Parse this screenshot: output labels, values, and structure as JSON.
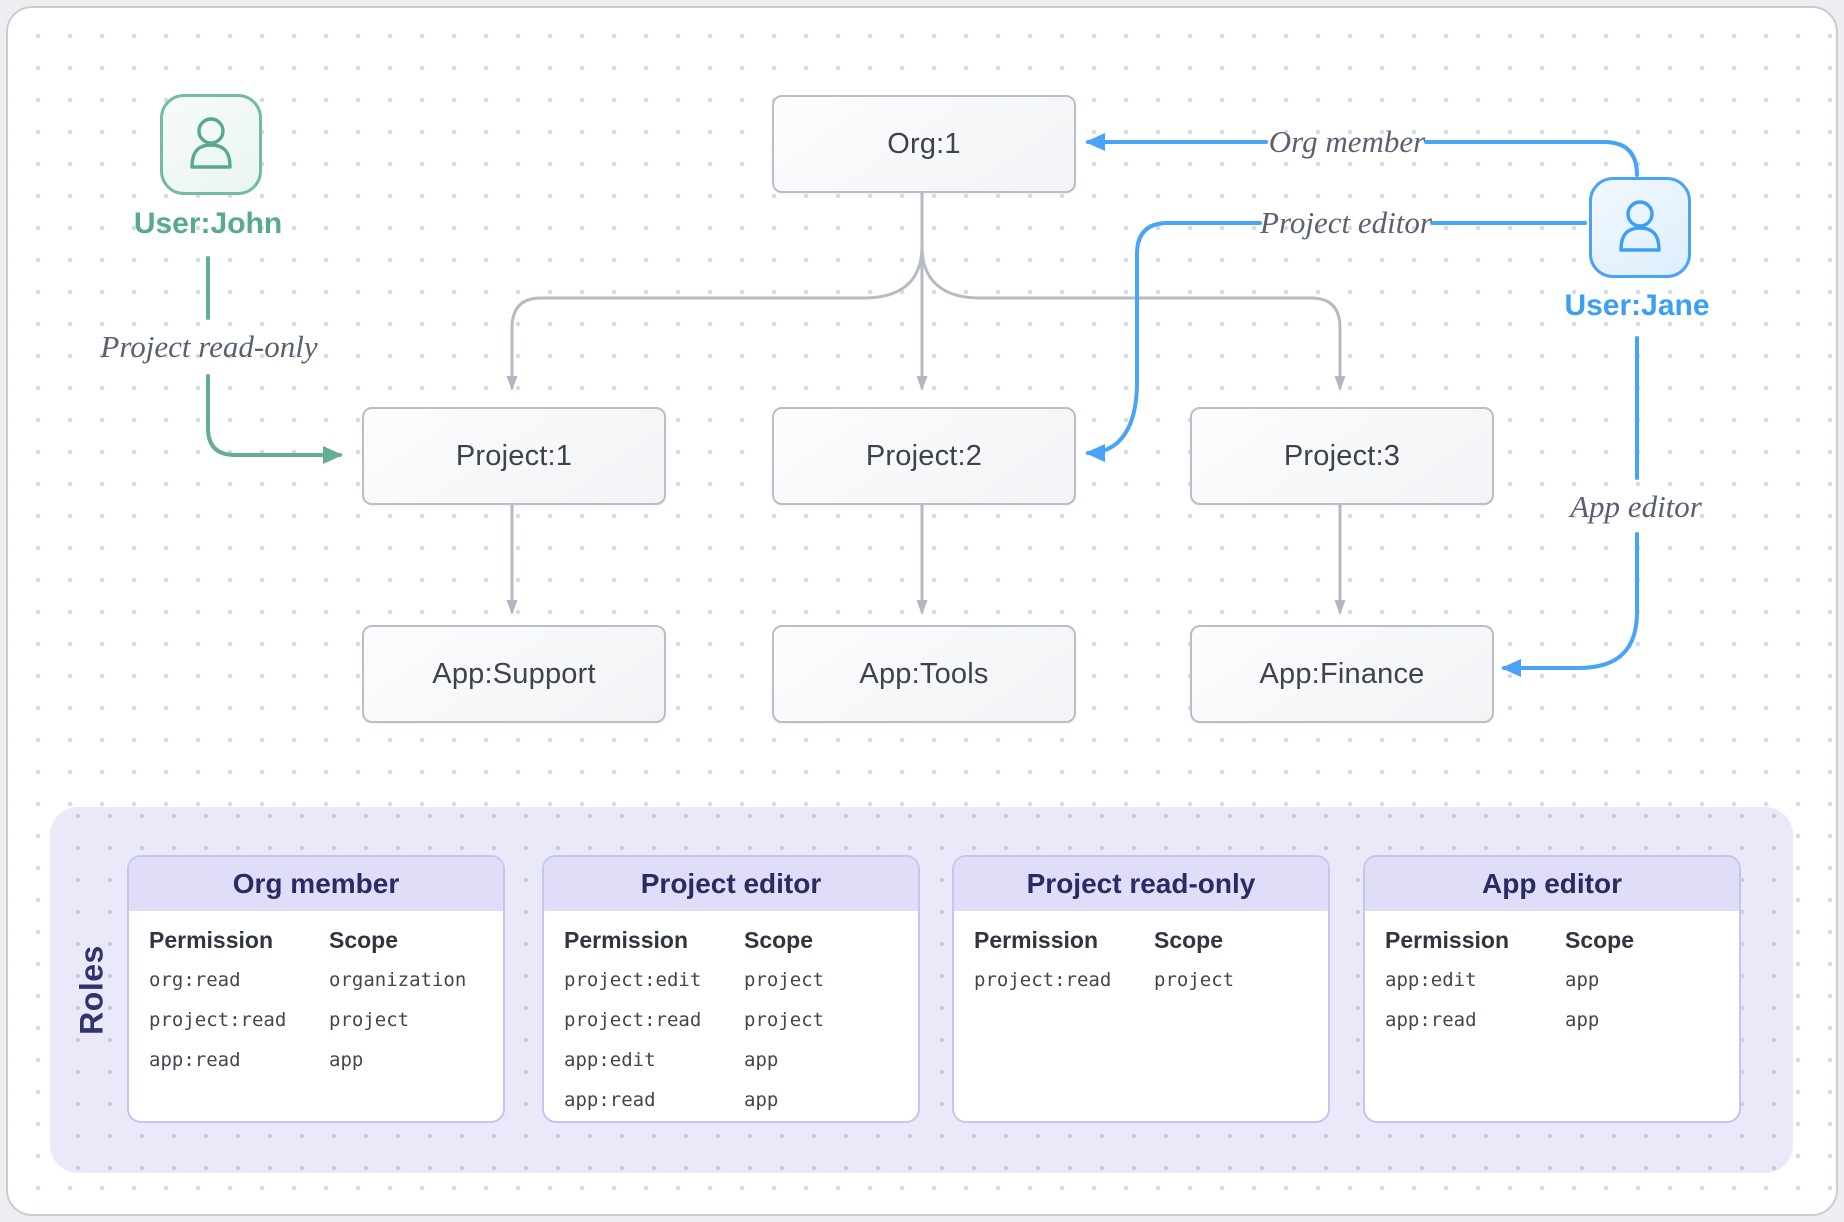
{
  "colors": {
    "blue": "#49a3f6",
    "green": "#64ae91",
    "green_text": "#55ab8b",
    "blue_text": "#3b9ff6",
    "gray_line": "#b6bac4",
    "node_border": "#b9bec8",
    "node_text": "#3d434e",
    "edge_label_text": "#596070",
    "panel_bg": "#e9e9f9",
    "card_border": "#c5c5ee",
    "card_header_bg": "#dfddf8",
    "card_header_text": "#292c64",
    "roles_text": "#2f336e"
  },
  "diagram": {
    "nodes": {
      "org": {
        "label": "Org:1"
      },
      "project1": {
        "label": "Project:1"
      },
      "project2": {
        "label": "Project:2"
      },
      "project3": {
        "label": "Project:3"
      },
      "app_support": {
        "label": "App:Support"
      },
      "app_tools": {
        "label": "App:Tools"
      },
      "app_finance": {
        "label": "App:Finance"
      }
    },
    "users": {
      "john": {
        "label": "User:John"
      },
      "jane": {
        "label": "User:Jane"
      }
    },
    "edge_labels": {
      "org_member": "Org member",
      "project_editor": "Project editor",
      "project_read_only": "Project read-only",
      "app_editor": "App editor"
    }
  },
  "roles_panel": {
    "title": "Roles",
    "columns": [
      "Permission",
      "Scope"
    ],
    "cards": [
      {
        "title": "Org member",
        "rows": [
          [
            "org:read",
            "organization"
          ],
          [
            "project:read",
            "project"
          ],
          [
            "app:read",
            "app"
          ]
        ]
      },
      {
        "title": "Project editor",
        "rows": [
          [
            "project:edit",
            "project"
          ],
          [
            "project:read",
            "project"
          ],
          [
            "app:edit",
            "app"
          ],
          [
            "app:read",
            "app"
          ]
        ]
      },
      {
        "title": "Project read-only",
        "rows": [
          [
            "project:read",
            "project"
          ]
        ]
      },
      {
        "title": "App editor",
        "rows": [
          [
            "app:edit",
            "app"
          ],
          [
            "app:read",
            "app"
          ]
        ]
      }
    ]
  }
}
